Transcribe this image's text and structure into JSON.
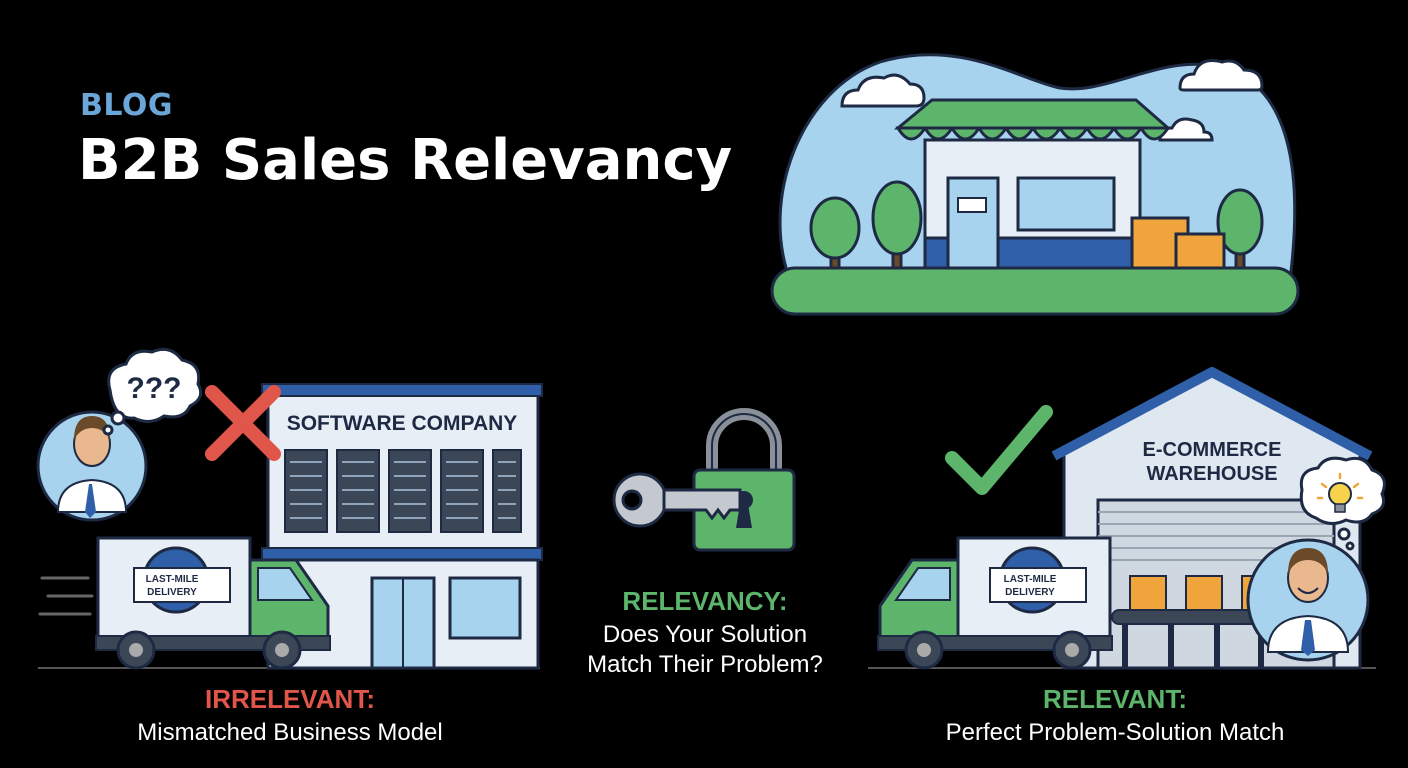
{
  "header": {
    "kicker": "BLOG",
    "title": "B2B Sales Relevancy"
  },
  "left_panel": {
    "building_label": "SOFTWARE COMPANY",
    "truck_label_line1": "LAST-MILE",
    "truck_label_line2": "DELIVERY",
    "thought": "???",
    "status": "IRRELEVANT:",
    "description": "Mismatched Business Model"
  },
  "middle_panel": {
    "status": "RELEVANCY:",
    "description_line1": "Does Your Solution",
    "description_line2": "Match Their Problem?"
  },
  "right_panel": {
    "building_label_line1": "E-COMMERCE",
    "building_label_line2": "WAREHOUSE",
    "truck_label_line1": "LAST-MILE",
    "truck_label_line2": "DELIVERY",
    "status": "RELEVANT:",
    "description": "Perfect Problem-Solution Match"
  },
  "icons": {
    "cross": "x-mark-icon",
    "check": "check-mark-icon",
    "lock": "padlock-icon",
    "key": "key-icon",
    "bulb": "lightbulb-icon"
  },
  "colors": {
    "kicker": "#6aa6d8",
    "irrelevant": "#e0564b",
    "relevant": "#5cb56a",
    "relevancy": "#5cb56a"
  }
}
